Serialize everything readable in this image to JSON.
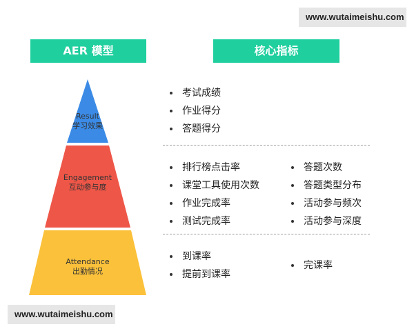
{
  "watermark_text": "www.wutaimeishu.com",
  "headers": {
    "left": "AER 模型",
    "right": "核心指标"
  },
  "colors": {
    "header_bg": "#1fcf9e",
    "result": "#3b8be6",
    "engagement": "#ee5648",
    "attendance": "#fbc13a"
  },
  "tiers": {
    "result": {
      "en": "Result",
      "zh": "学习效果"
    },
    "engagement": {
      "en": "Engagement",
      "zh": "互动参与度"
    },
    "attendance": {
      "en": "Attendance",
      "zh": "出勤情况"
    }
  },
  "metrics": {
    "result": [
      "考试成绩",
      "作业得分",
      "答题得分"
    ],
    "engagement_left": [
      "排行榜点击率",
      "课堂工具使用次数",
      "作业完成率",
      "测试完成率"
    ],
    "engagement_right": [
      "答题次数",
      "答题类型分布",
      "活动参与频次",
      "活动参与深度"
    ],
    "attendance_left": [
      "到课率",
      "提前到课率"
    ],
    "attendance_right": [
      "完课率"
    ]
  }
}
